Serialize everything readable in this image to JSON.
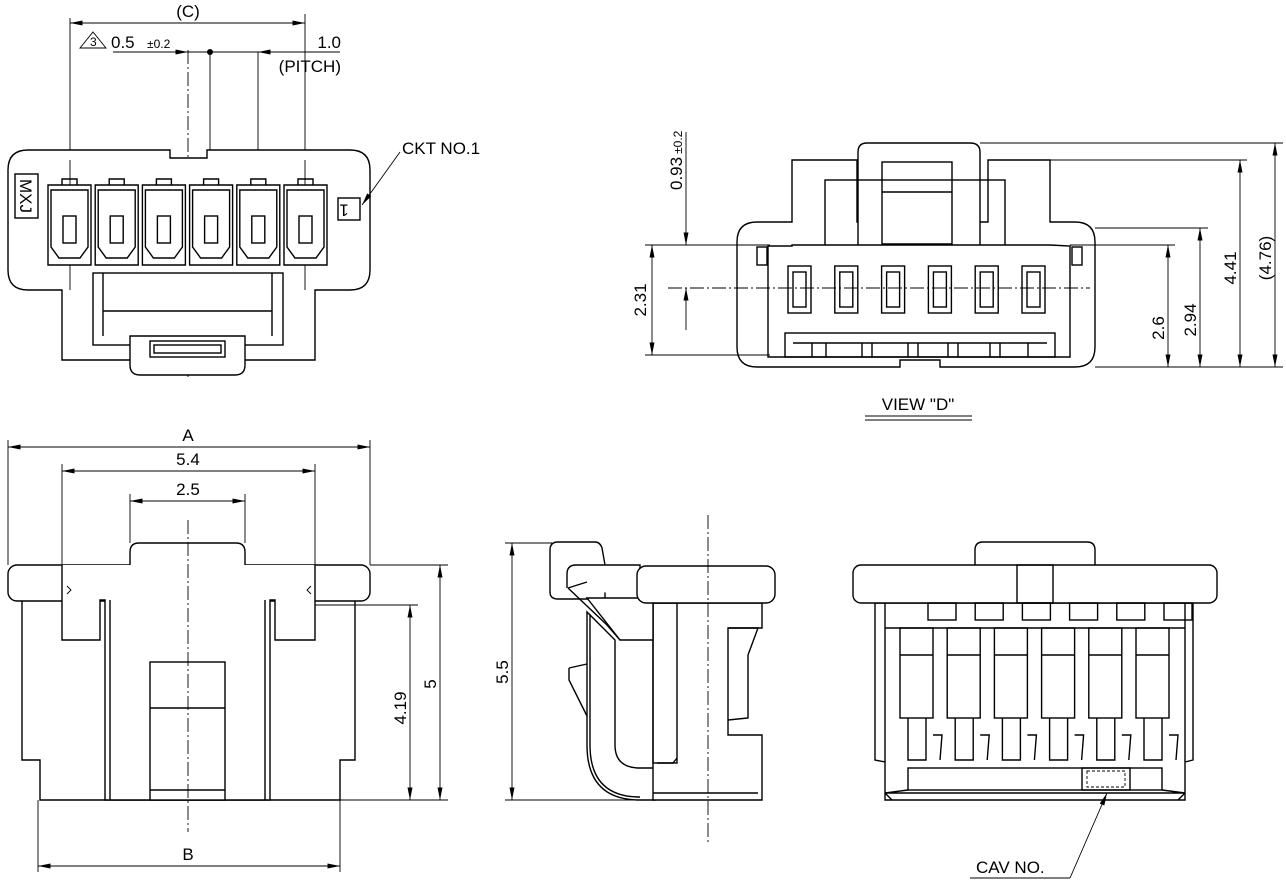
{
  "top_view": {
    "dim_c": "(C)",
    "note_symbol": "3",
    "offset_value": "0.5",
    "offset_tolerance": "±0.2",
    "pitch_value": "1.0",
    "pitch_label": "(PITCH)",
    "marking": "MXJ",
    "circuit_mark": "1",
    "ckt_label": "CKT NO.1"
  },
  "view_d": {
    "dim_offset": "0.93",
    "dim_offset_tol": "±0.2",
    "dim_231": "2.31",
    "dim_26": "2.6",
    "dim_294": "2.94",
    "dim_441": "4.41",
    "dim_476": "(4.76)",
    "title": "VIEW \"D\""
  },
  "front_view": {
    "dim_a": "A",
    "dim_54": "5.4",
    "dim_25": "2.5",
    "dim_419": "4.19",
    "dim_5": "5",
    "dim_b": "B"
  },
  "side_view": {
    "dim_55": "5.5"
  },
  "rear_view": {
    "cav_label": "CAV NO."
  }
}
